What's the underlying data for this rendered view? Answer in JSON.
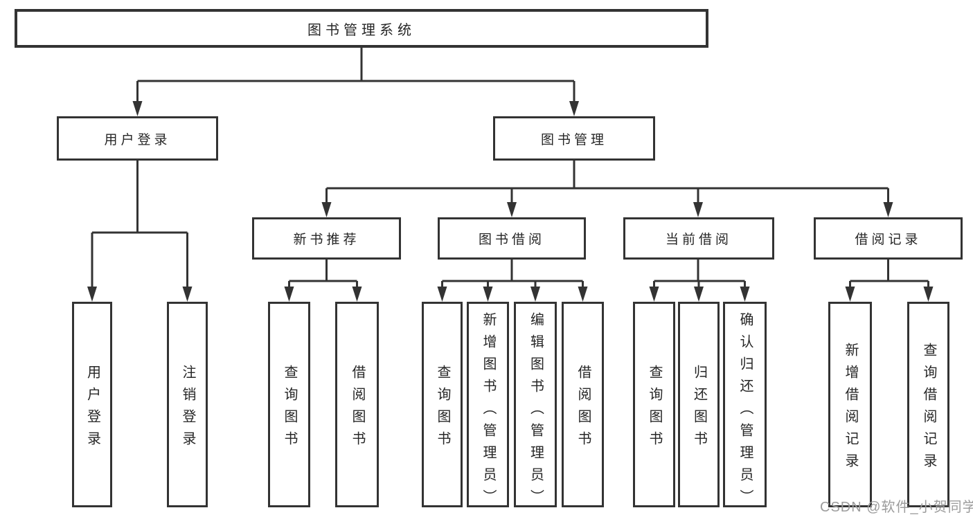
{
  "style": {
    "line_color": "#333333",
    "text_color": "#262626",
    "box_background": "#ffffff",
    "watermark_color": "#9c9c9c"
  },
  "diagram": {
    "root": {
      "label": "图书管理系统"
    },
    "level2": [
      {
        "label": "用户登录",
        "parent": "图书管理系统"
      },
      {
        "label": "图书管理",
        "parent": "图书管理系统"
      }
    ],
    "level3": [
      {
        "label": "新书推荐",
        "parent": "图书管理"
      },
      {
        "label": "图书借阅",
        "parent": "图书管理"
      },
      {
        "label": "当前借阅",
        "parent": "图书管理"
      },
      {
        "label": "借阅记录",
        "parent": "图书管理"
      }
    ],
    "leaves": [
      {
        "label": "用户登录",
        "parent": "用户登录"
      },
      {
        "label": "注销登录",
        "parent": "用户登录"
      },
      {
        "label": "查询图书",
        "parent": "新书推荐"
      },
      {
        "label": "借阅图书",
        "parent": "新书推荐"
      },
      {
        "label": "查询图书",
        "parent": "图书借阅"
      },
      {
        "label": "新增图书（管理员）",
        "parent": "图书借阅"
      },
      {
        "label": "编辑图书（管理员）",
        "parent": "图书借阅"
      },
      {
        "label": "借阅图书",
        "parent": "图书借阅"
      },
      {
        "label": "查询图书",
        "parent": "当前借阅"
      },
      {
        "label": "归还图书",
        "parent": "当前借阅"
      },
      {
        "label": "确认归还（管理员）",
        "parent": "当前借阅"
      },
      {
        "label": "新增借阅记录",
        "parent": "借阅记录"
      },
      {
        "label": "查询借阅记录",
        "parent": "借阅记录"
      }
    ]
  },
  "watermark": {
    "text": "CSDN @软件_小贺同学"
  }
}
